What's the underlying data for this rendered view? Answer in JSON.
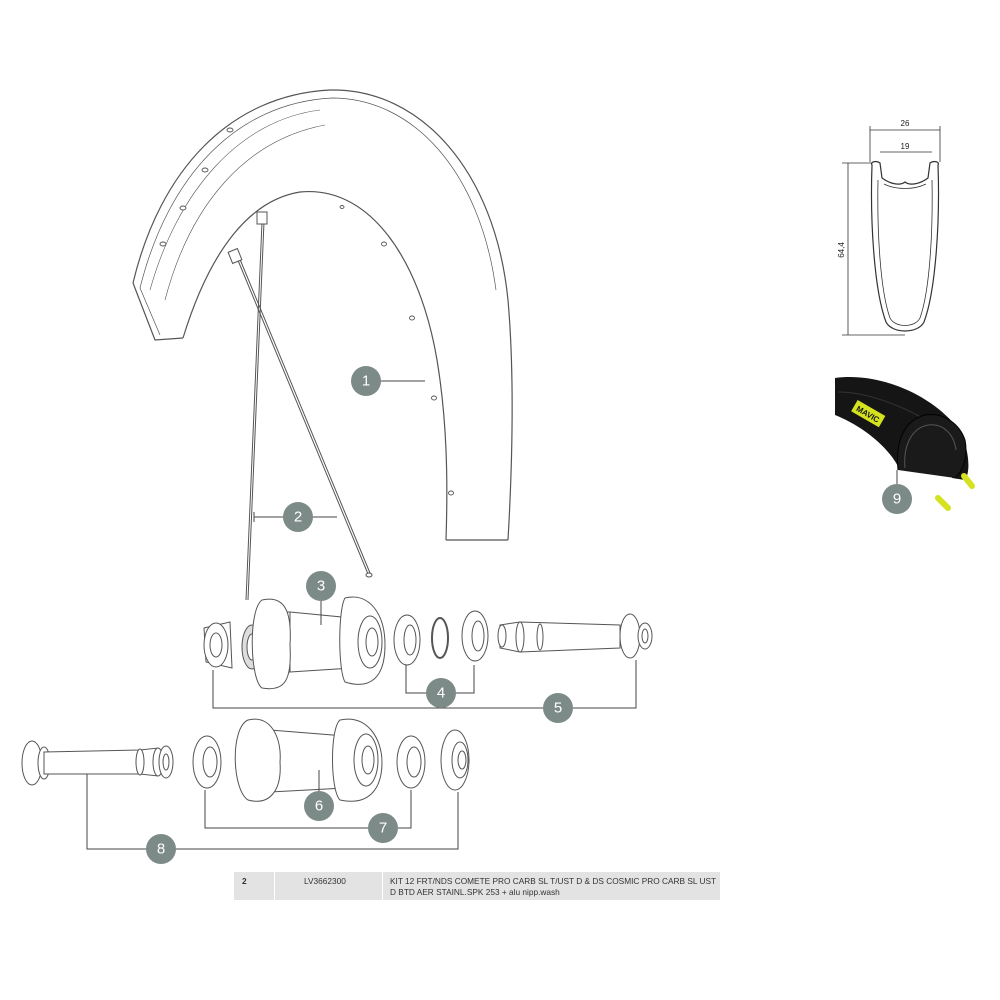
{
  "callouts": [
    {
      "id": "1",
      "label": "1"
    },
    {
      "id": "2",
      "label": "2"
    },
    {
      "id": "3",
      "label": "3"
    },
    {
      "id": "4",
      "label": "4"
    },
    {
      "id": "5",
      "label": "5"
    },
    {
      "id": "6",
      "label": "6"
    },
    {
      "id": "7",
      "label": "7"
    },
    {
      "id": "8",
      "label": "8"
    },
    {
      "id": "9",
      "label": "9"
    }
  ],
  "rim_profile": {
    "outer_width": "26",
    "inner_width": "19",
    "height": "64,4"
  },
  "tire_brand": "MAVIC",
  "parts_row": {
    "number": "2",
    "reference": "LV3662300",
    "description": "KIT 12 FRT/NDS COMETE PRO CARB SL T/UST D & DS COSMIC PRO CARB SL UST D BTD AER STAINL.SPK 253 + alu nipp.wash"
  },
  "colors": {
    "badge": "#7c8b87",
    "line": "#444444",
    "tire": "#151515",
    "tire_accent": "#d4e21f",
    "table_bg": "#e3e3e3"
  }
}
